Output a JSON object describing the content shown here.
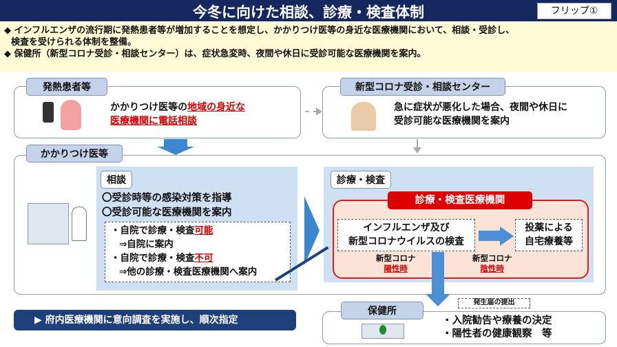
{
  "header": {
    "title": "今冬に向けた相談、診療・検査体制",
    "flip": "フリップ①"
  },
  "summary": [
    "◆ インフルエンザの流行期に発熱患者等が増加することを想定し、かかりつけ医等の身近な医療機関において、相談・受診し、",
    "検査を受けられる体制を整備。",
    "◆ 保健所（新型コロナ受診・相談センター）は、症状急変時、夜間や休日に受診可能な医療機関を案内。"
  ],
  "patient": {
    "label": "発熱患者等",
    "text1": "かかりつけ医等の",
    "text_red1": "地域の身近な",
    "text_red2": "医療機関に電話相談"
  },
  "center": {
    "label": "新型コロナ受診・相談センター",
    "line1": "急に症状が悪化した場合、夜間や休日に",
    "line2": "受診可能な医療機関を案内"
  },
  "gp": {
    "label": "かかりつけ医等",
    "consult_label": "相談",
    "item1": "〇受診時等の感染対策を指導",
    "item2": "〇受診可能な医療機関を案内",
    "sub1a": "・自院で診療・検査",
    "sub1b": "可能",
    "sub1c": "⇒自院に案内",
    "sub2a": "・自院で診療・検査",
    "sub2b": "不可",
    "sub2c": "⇒他の診療・検査医療機関へ案内"
  },
  "exam": {
    "label": "診療・検査",
    "facility": "診療・検査医療機関",
    "test1": "インフルエンザ及び",
    "test2": "新型コロナウイルスの検査",
    "result1": "投薬による",
    "result2": "自宅療養等",
    "pos1": "新型コロナ",
    "pos2": "陽性時",
    "neg1": "新型コロナ",
    "neg2": "陰性時"
  },
  "footer": {
    "banner": "▶ 府内医療機関に意向調査を実施し、順次指定"
  },
  "hc": {
    "label": "保健所",
    "notice": "発生届の提出",
    "line1": "・入院勧告や療養の決定",
    "line2": "・陽性者の健康観察　等"
  }
}
